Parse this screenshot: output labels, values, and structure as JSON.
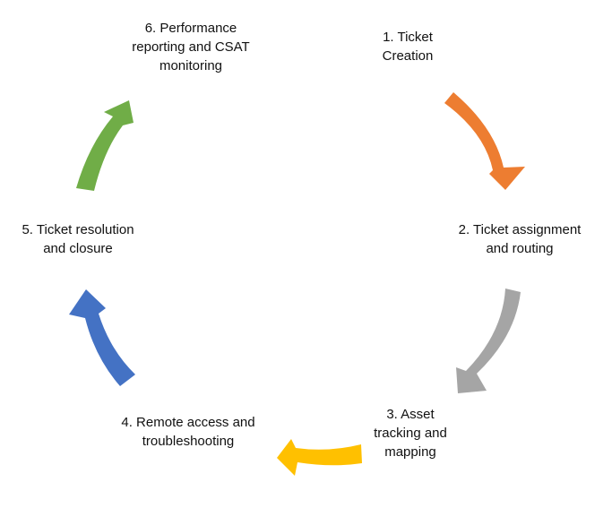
{
  "diagram": {
    "steps": [
      {
        "label": "1. Ticket\nCreation"
      },
      {
        "label": "2. Ticket assignment\nand routing"
      },
      {
        "label": "3. Asset\ntracking and\nmapping"
      },
      {
        "label": "4. Remote access and\ntroubleshooting"
      },
      {
        "label": "5. Ticket resolution\nand closure"
      },
      {
        "label": "6. Performance\nreporting and CSAT\nmonitoring"
      }
    ],
    "arrow_colors": {
      "step1_to_step2": "#ED7D31",
      "step2_to_step3": "#A5A5A5",
      "step3_to_step4": "#FFC000",
      "step4_to_step5": "#4472C4",
      "step5_to_step6": "#70AD47"
    }
  }
}
